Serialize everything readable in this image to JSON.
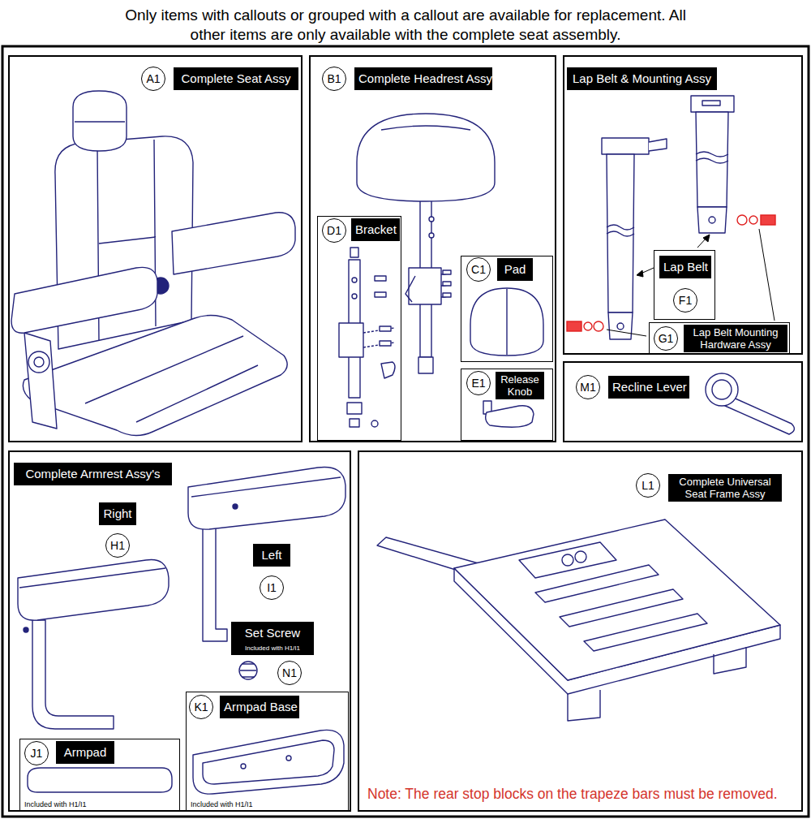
{
  "diagram": {
    "title": "Only items with callouts or grouped with a callout are available for replacement. All other items are only available with the complete seat assembly.",
    "nodes": [
      {
        "text": [
          "Complete Seat Assy"
        ]
      },
      {
        "text": [
          "A1"
        ],
        "in": 0
      },
      {
        "text": [
          "Complete Headrest Assy"
        ]
      },
      {
        "text": [
          "B1"
        ],
        "in": 2
      },
      {
        "text": [
          "Bracket"
        ],
        "in": 2
      },
      {
        "text": [
          "D1"
        ],
        "in": 4
      },
      {
        "text": [
          "Pad"
        ],
        "in": 2
      },
      {
        "text": [
          "C1"
        ],
        "in": 6
      },
      {
        "text": [
          "Release Knob"
        ],
        "in": 2
      },
      {
        "text": [
          "E1"
        ],
        "in": 8
      },
      {
        "text": [
          "Lap Belt & Mounting Assy"
        ]
      },
      {
        "text": [
          "Lap Belt"
        ],
        "in": 10
      },
      {
        "text": [
          "F1"
        ],
        "in": 11
      },
      {
        "text": [
          "Lap Belt Mounting Hardware Assy"
        ],
        "in": 10
      },
      {
        "text": [
          "G1"
        ],
        "in": 13
      },
      {
        "text": [
          "Recline Lever"
        ]
      },
      {
        "text": [
          "M1"
        ],
        "in": 15
      },
      {
        "text": [
          "Complete Armrest Assy's"
        ]
      },
      {
        "text": [
          "Right"
        ],
        "in": 17
      },
      {
        "text": [
          "H1"
        ],
        "in": 18
      },
      {
        "text": [
          "Left"
        ],
        "in": 17
      },
      {
        "text": [
          "I1"
        ],
        "in": 20
      },
      {
        "text": [
          "Set Screw",
          "Included with H1/I1"
        ],
        "in": 17
      },
      {
        "text": [
          "N1"
        ],
        "in": 22
      },
      {
        "text": [
          "Armpad",
          "Included with H1/I1"
        ],
        "in": 17
      },
      {
        "text": [
          "J1"
        ],
        "in": 24
      },
      {
        "text": [
          "Armpad Base",
          "Included with H1/I1"
        ],
        "in": 17
      },
      {
        "text": [
          "K1"
        ],
        "in": 26
      },
      {
        "text": [
          "Complete Universal Seat Frame Assy",
          "Note: The rear stop blocks on the trapeze bars must be removed."
        ]
      },
      {
        "text": [
          "L1"
        ],
        "in": 28
      }
    ]
  }
}
